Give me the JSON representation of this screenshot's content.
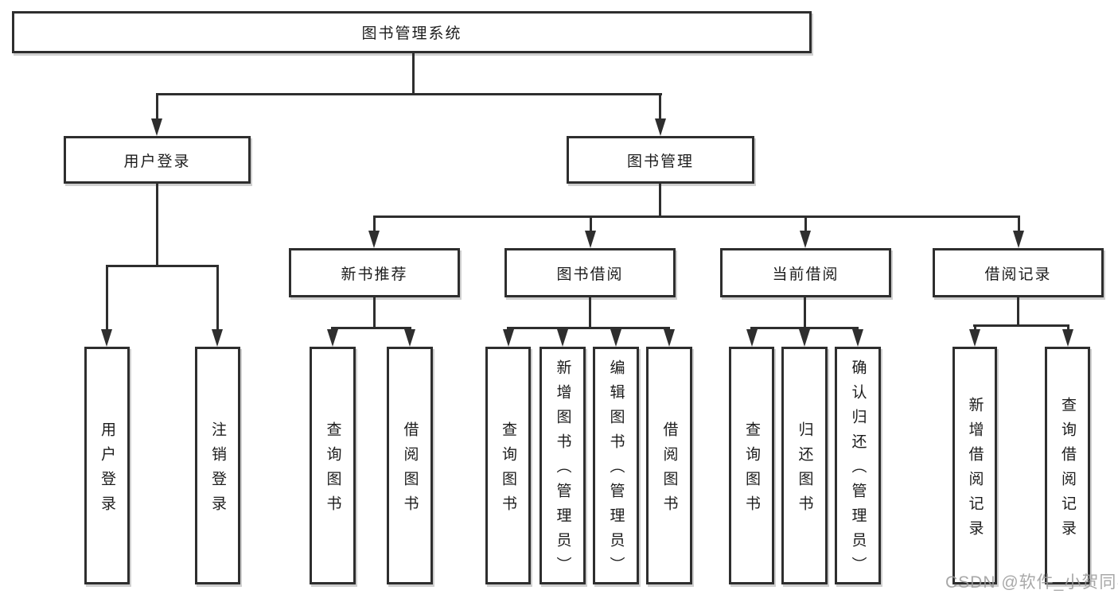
{
  "tree": {
    "root_label": "图书管理系统",
    "children": [
      {
        "label": "用户登录",
        "children": [
          {
            "label": "用户登录"
          },
          {
            "label": "注销登录"
          }
        ]
      },
      {
        "label": "图书管理",
        "children": [
          {
            "label": "新书推荐",
            "children": [
              {
                "label": "查询图书"
              },
              {
                "label": "借阅图书"
              }
            ]
          },
          {
            "label": "图书借阅",
            "children": [
              {
                "label": "查询图书"
              },
              {
                "label": "新增图书（管理员）"
              },
              {
                "label": "编辑图书（管理员）"
              },
              {
                "label": "借阅图书"
              }
            ]
          },
          {
            "label": "当前借阅",
            "children": [
              {
                "label": "查询图书"
              },
              {
                "label": "归还图书"
              },
              {
                "label": "确认归还（管理员）"
              }
            ]
          },
          {
            "label": "借阅记录",
            "children": [
              {
                "label": "新增借阅记录"
              },
              {
                "label": "查询借阅记录"
              }
            ]
          }
        ]
      }
    ]
  },
  "watermark": {
    "text": "CSDN @软件_小贺同学"
  },
  "colors": {
    "line": "#2e2e2e",
    "box_border": "#2e2e2e",
    "text": "#1c1c1c",
    "background": "#ffffff",
    "watermark": "#9a9a9a"
  }
}
